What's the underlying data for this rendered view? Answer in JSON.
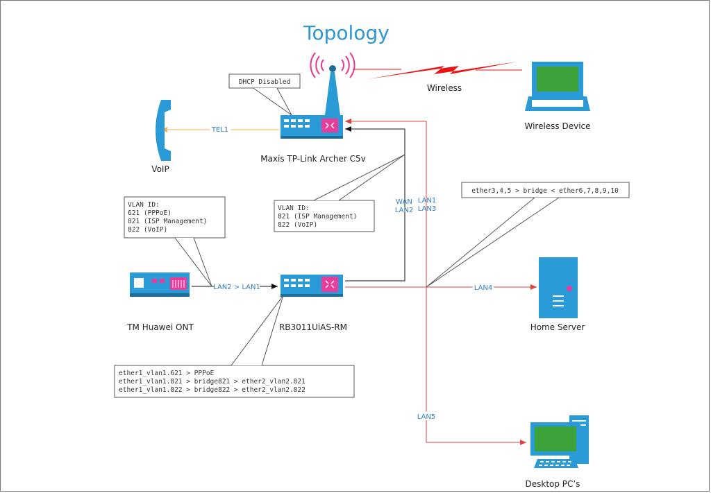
{
  "title": "Topology",
  "colors": {
    "device_blue": "#2b9bd7",
    "port_pink": "#ea3c9a",
    "wifi_pink": "#e8358f",
    "screen_green": "#3ca33a",
    "red_link": "#e04040",
    "orange_link": "#f5b15a",
    "lightning_red": "#ee1111",
    "label_blue": "#2f7fc1"
  },
  "nodes": {
    "tplink": "Maxis TP-Link Archer C5v",
    "voip": "VoIP",
    "wireless_device": "Wireless Device",
    "ont": "TM Huawei ONT",
    "mikrotik": "RB3011UiAS-RM",
    "home_server": "Home Server",
    "desktop": "Desktop PC’s"
  },
  "links": {
    "wireless": "Wireless",
    "tel1": "TEL1",
    "wan": "WAN",
    "lan2_wan": "LAN2",
    "lan1": "LAN1",
    "lan3": "LAN3",
    "ont_link": "LAN2 > LAN1",
    "lan4": "LAN4",
    "lan5": "LAN5"
  },
  "callouts": {
    "dhcp": "DHCP Disabled",
    "ont_vlan": [
      "VLAN ID:",
      "621 (PPPoE)",
      "821 (ISP Management)",
      "822 (VoIP)"
    ],
    "wan_vlan": [
      "VLAN ID:",
      "821 (ISP Management)",
      "822 (VoIP)"
    ],
    "bridge": "ether3,4,5 > bridge < ether6,7,8,9,10",
    "mikrotik_cfg": [
      "ether1_vlan1.621 > PPPoE",
      "ether1_vlan1.821 > bridge821 > ether2_vlan2.821",
      "ether1_vlan1.822 > bridge822 > ether2_vlan2.822"
    ]
  }
}
